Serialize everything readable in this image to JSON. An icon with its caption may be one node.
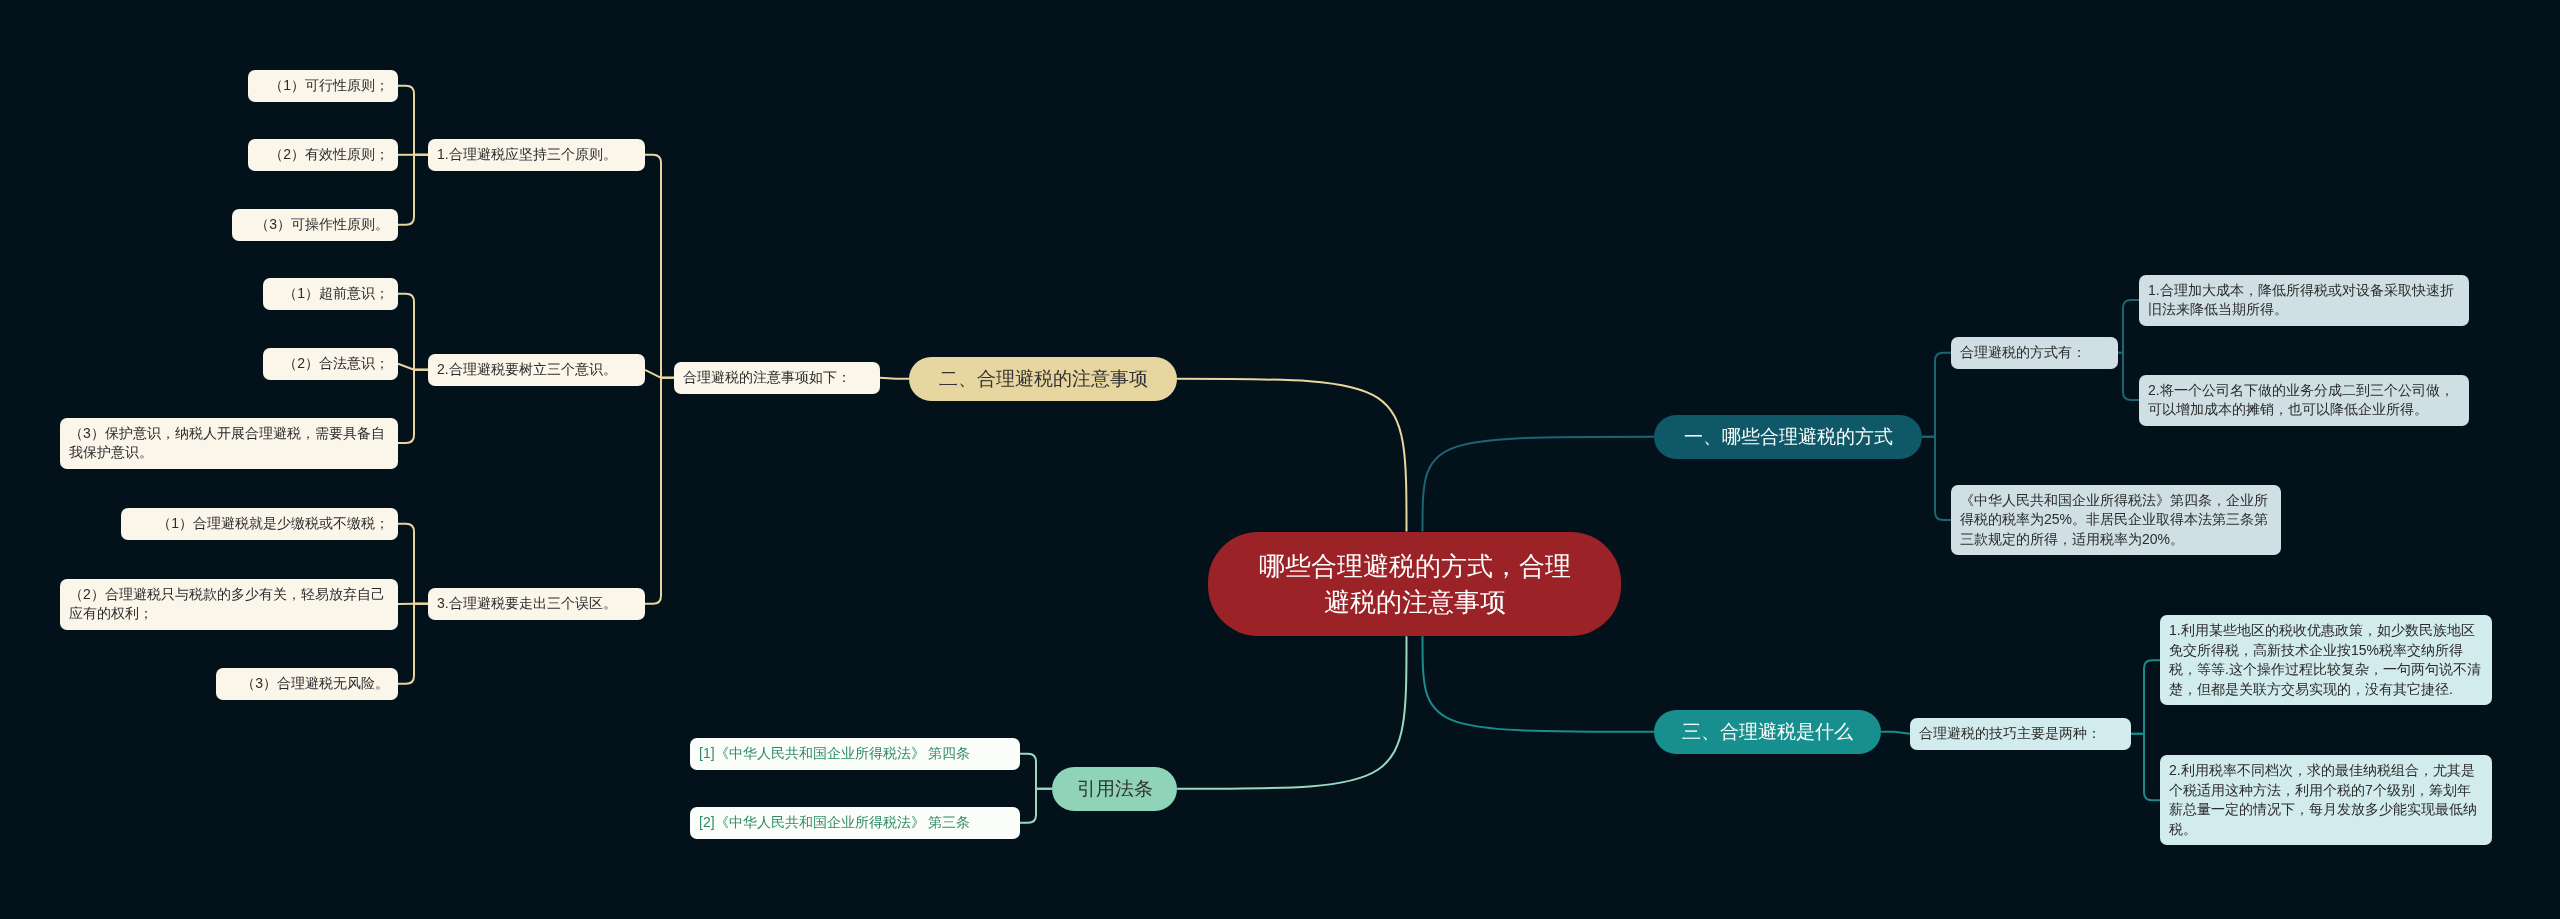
{
  "diagram": {
    "nodes": [
      {
        "text": [
          "哪些合理避税的方式，合理避税的注意事项"
        ]
      },
      {
        "text": [
          "一、哪些合理避税的方式"
        ]
      },
      {
        "text": [
          "合理避税的方式有："
        ]
      },
      {
        "text": [
          "1.合理加大成本，降低所得税或对设备采取快速折旧法来降低当期所得。"
        ]
      },
      {
        "text": [
          "2.将一个公司名下做的业务分成二到三个公司做，可以增加成本的摊销，也可以降低企业所得。"
        ]
      },
      {
        "text": [
          "《中华人民共和国企业所得税法》第四条，企业所得税的税率为25%。非居民企业取得本法第三条第三款规定的所得，适用税率为20%。"
        ]
      },
      {
        "text": [
          "三、合理避税是什么"
        ]
      },
      {
        "text": [
          "合理避税的技巧主要是两种："
        ]
      },
      {
        "text": [
          "1.利用某些地区的税收优惠政策，如少数民族地区免交所得税，高新技术企业按15%税率交纳所得税，等等.这个操作过程比较复杂，一句两句说不清楚，但都是关联方交易实现的，没有其它捷径."
        ]
      },
      {
        "text": [
          "2.利用税率不同档次，求的最佳纳税组合，尤其是个税适用这种方法，利用个税的7个级别，筹划年薪总量一定的情况下，每月发放多少能实现最低纳税。"
        ]
      },
      {
        "text": [
          "二、合理避税的注意事项"
        ]
      },
      {
        "text": [
          "合理避税的注意事项如下："
        ]
      },
      {
        "text": [
          "1.合理避税应坚持三个原则。"
        ]
      },
      {
        "text": [
          "（1）可行性原则；"
        ]
      },
      {
        "text": [
          "（2）有效性原则；"
        ]
      },
      {
        "text": [
          "（3）可操作性原则。"
        ]
      },
      {
        "text": [
          "2.合理避税要树立三个意识。"
        ]
      },
      {
        "text": [
          "（1）超前意识；"
        ]
      },
      {
        "text": [
          "（2）合法意识；"
        ]
      },
      {
        "text": [
          "（3）保护意识，纳税人开展合理避税，需要具备自我保护意识。"
        ]
      },
      {
        "text": [
          "3.合理避税要走出三个误区。"
        ]
      },
      {
        "text": [
          "（1）合理避税就是少缴税或不缴税；"
        ]
      },
      {
        "text": [
          "（2）合理避税只与税款的多少有关，轻易放弃自己应有的权利；"
        ]
      },
      {
        "text": [
          "（3）合理避税无风险。"
        ]
      },
      {
        "text": [
          "引用法条"
        ]
      },
      {
        "text": [
          "[1]《中华人民共和国企业所得税法》 第四条"
        ]
      },
      {
        "text": [
          "[2]《中华人民共和国企业所得税法》 第三条"
        ]
      }
    ],
    "edges": [
      {
        "from": 0,
        "to": 1,
        "arrow": "none",
        "color": "#1d6474"
      },
      {
        "from": 1,
        "to": 2,
        "arrow": "none",
        "color": "#1d6474"
      },
      {
        "from": 2,
        "to": 3,
        "arrow": "none",
        "color": "#1d6474"
      },
      {
        "from": 2,
        "to": 4,
        "arrow": "none",
        "color": "#1d6474"
      },
      {
        "from": 1,
        "to": 5,
        "arrow": "none",
        "color": "#1d6474"
      },
      {
        "from": 0,
        "to": 6,
        "arrow": "none",
        "color": "#1a8c8c"
      },
      {
        "from": 6,
        "to": 7,
        "arrow": "none",
        "color": "#1a8c8c"
      },
      {
        "from": 7,
        "to": 8,
        "arrow": "none",
        "color": "#1a8c8c"
      },
      {
        "from": 7,
        "to": 9,
        "arrow": "none",
        "color": "#1a8c8c"
      },
      {
        "from": 0,
        "to": 10,
        "arrow": "none"
      },
      {
        "from": 10,
        "to": 11,
        "arrow": "none"
      },
      {
        "from": 11,
        "to": 12,
        "arrow": "none"
      },
      {
        "from": 12,
        "to": 13,
        "arrow": "none"
      },
      {
        "from": 12,
        "to": 14,
        "arrow": "none"
      },
      {
        "from": 12,
        "to": 15,
        "arrow": "none"
      },
      {
        "from": 11,
        "to": 16,
        "arrow": "none"
      },
      {
        "from": 16,
        "to": 17,
        "arrow": "none"
      },
      {
        "from": 16,
        "to": 18,
        "arrow": "none"
      },
      {
        "from": 16,
        "to": 19,
        "arrow": "none"
      },
      {
        "from": 11,
        "to": 20,
        "arrow": "none"
      },
      {
        "from": 20,
        "to": 21,
        "arrow": "none"
      },
      {
        "from": 20,
        "to": 22,
        "arrow": "none"
      },
      {
        "from": 20,
        "to": 23,
        "arrow": "none"
      },
      {
        "from": 0,
        "to": 24,
        "arrow": "none",
        "color": "#9ad9c0"
      },
      {
        "from": 24,
        "to": 25,
        "arrow": "none",
        "color": "#9ad9c0"
      },
      {
        "from": 24,
        "to": 26,
        "arrow": "none",
        "color": "#9ad9c0"
      }
    ]
  }
}
